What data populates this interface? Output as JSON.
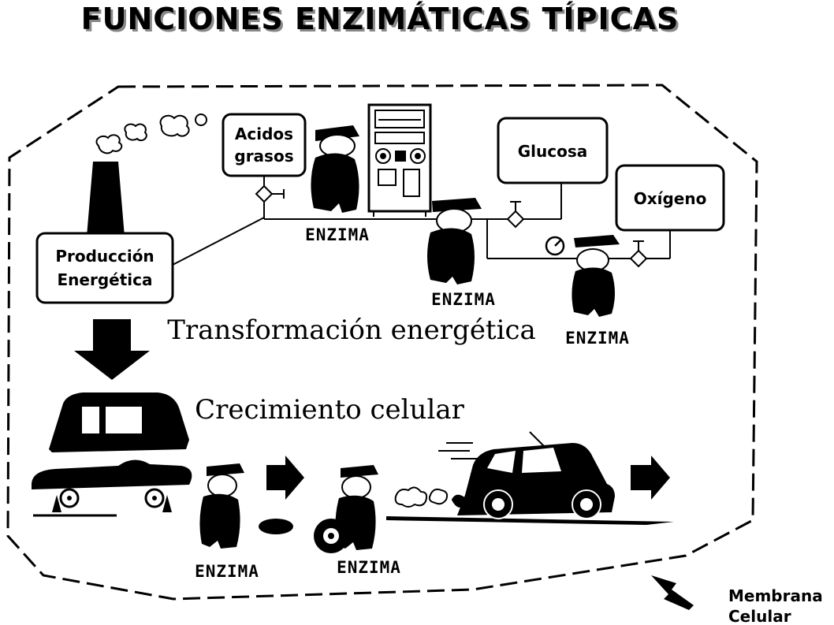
{
  "title": "FUNCIONES ENZIMÁTICAS TÍPICAS",
  "boxes": {
    "acidos_line1": "Acidos",
    "acidos_line2": "grasos",
    "glucosa": "Glucosa",
    "oxigeno": "Oxígeno",
    "produccion_line1": "Producción",
    "produccion_line2": "Energética"
  },
  "enzyme_label": "ENZIMA",
  "captions": {
    "transformacion": "Transformación energética",
    "crecimiento": "Crecimiento celular"
  },
  "membrane": {
    "line1": "Membrana",
    "line2": "Celular"
  }
}
